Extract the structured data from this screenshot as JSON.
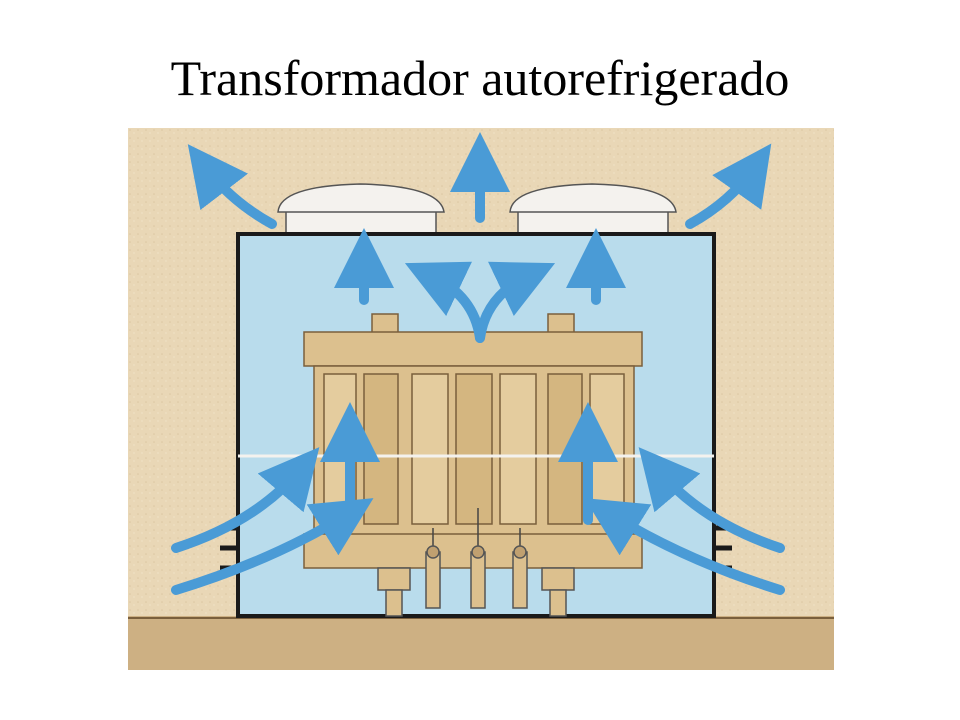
{
  "slide": {
    "title": "Transformador autorefrigerado"
  },
  "diagram": {
    "subject": "self-cooled transformer cross-section",
    "colors": {
      "background": "#e9d7b6",
      "oil": "#b9dcec",
      "tank_outline": "#1a1a1a",
      "core_wood": "#dcc08e",
      "core_dark": "#b89a66",
      "floor": "#cdb083",
      "airflow": "#4a9bd6",
      "vent_cap": "#f4f2ee"
    },
    "icons": [
      "airflow-arrow",
      "vent-cap",
      "cooling-fin",
      "bushing-terminal",
      "support-foot"
    ]
  }
}
